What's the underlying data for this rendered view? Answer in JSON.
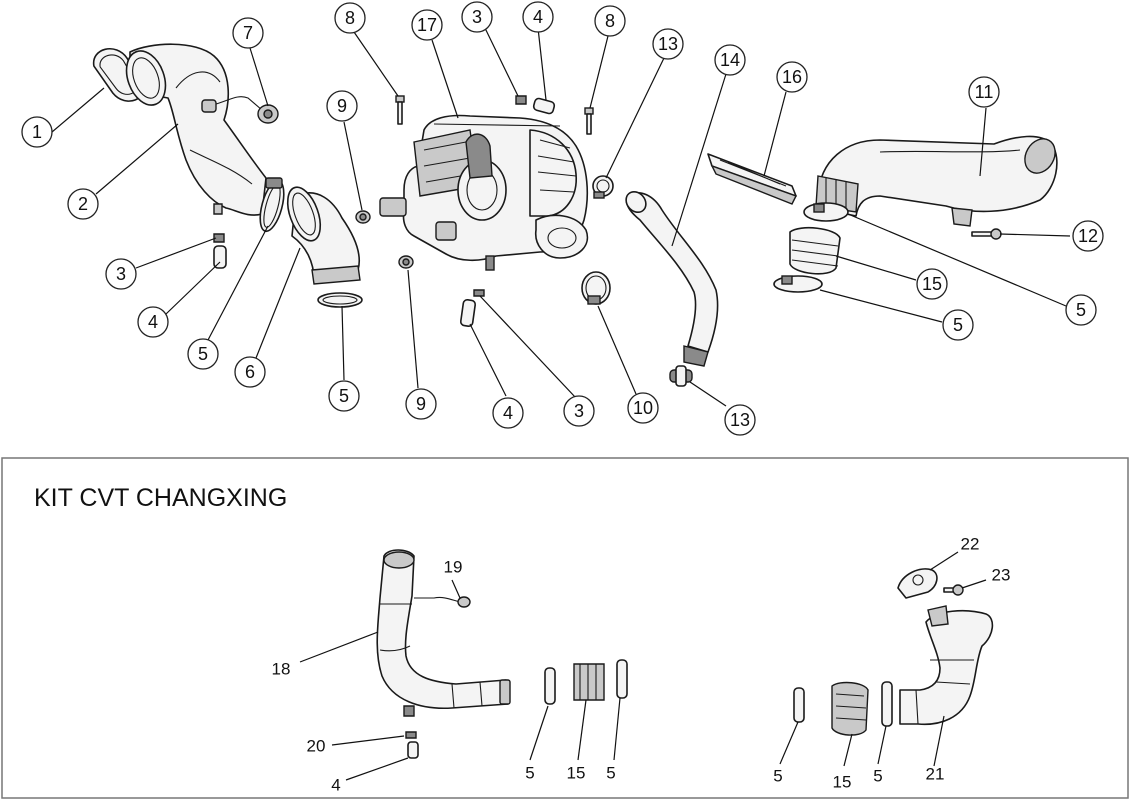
{
  "kit": {
    "title": "KIT CVT CHANGXING"
  },
  "callouts": [
    {
      "id": "c1",
      "label": "1"
    },
    {
      "id": "c2",
      "label": "2"
    },
    {
      "id": "c3a",
      "label": "3"
    },
    {
      "id": "c4a",
      "label": "4"
    },
    {
      "id": "c5a",
      "label": "5"
    },
    {
      "id": "c6",
      "label": "6"
    },
    {
      "id": "c7",
      "label": "7"
    },
    {
      "id": "c5b",
      "label": "5"
    },
    {
      "id": "c8a",
      "label": "8"
    },
    {
      "id": "c9a",
      "label": "9"
    },
    {
      "id": "c9b",
      "label": "9"
    },
    {
      "id": "c17",
      "label": "17"
    },
    {
      "id": "c3b",
      "label": "3"
    },
    {
      "id": "c4b",
      "label": "4"
    },
    {
      "id": "c8b",
      "label": "8"
    },
    {
      "id": "c4c",
      "label": "4"
    },
    {
      "id": "c3c",
      "label": "3"
    },
    {
      "id": "c13a",
      "label": "13"
    },
    {
      "id": "c10",
      "label": "10"
    },
    {
      "id": "c14",
      "label": "14"
    },
    {
      "id": "c13b",
      "label": "13"
    },
    {
      "id": "c16",
      "label": "16"
    },
    {
      "id": "c11",
      "label": "11"
    },
    {
      "id": "c12",
      "label": "12"
    },
    {
      "id": "c15",
      "label": "15"
    },
    {
      "id": "c5c",
      "label": "5"
    },
    {
      "id": "c5d",
      "label": "5"
    }
  ],
  "kit_labels": [
    {
      "id": "k19",
      "label": "19"
    },
    {
      "id": "k18",
      "label": "18"
    },
    {
      "id": "k20",
      "label": "20"
    },
    {
      "id": "k4",
      "label": "4"
    },
    {
      "id": "k5a",
      "label": "5"
    },
    {
      "id": "k15a",
      "label": "15"
    },
    {
      "id": "k5b",
      "label": "5"
    },
    {
      "id": "k22",
      "label": "22"
    },
    {
      "id": "k23",
      "label": "23"
    },
    {
      "id": "k5c",
      "label": "5"
    },
    {
      "id": "k15b",
      "label": "15"
    },
    {
      "id": "k5d",
      "label": "5"
    },
    {
      "id": "k21",
      "label": "21"
    }
  ]
}
